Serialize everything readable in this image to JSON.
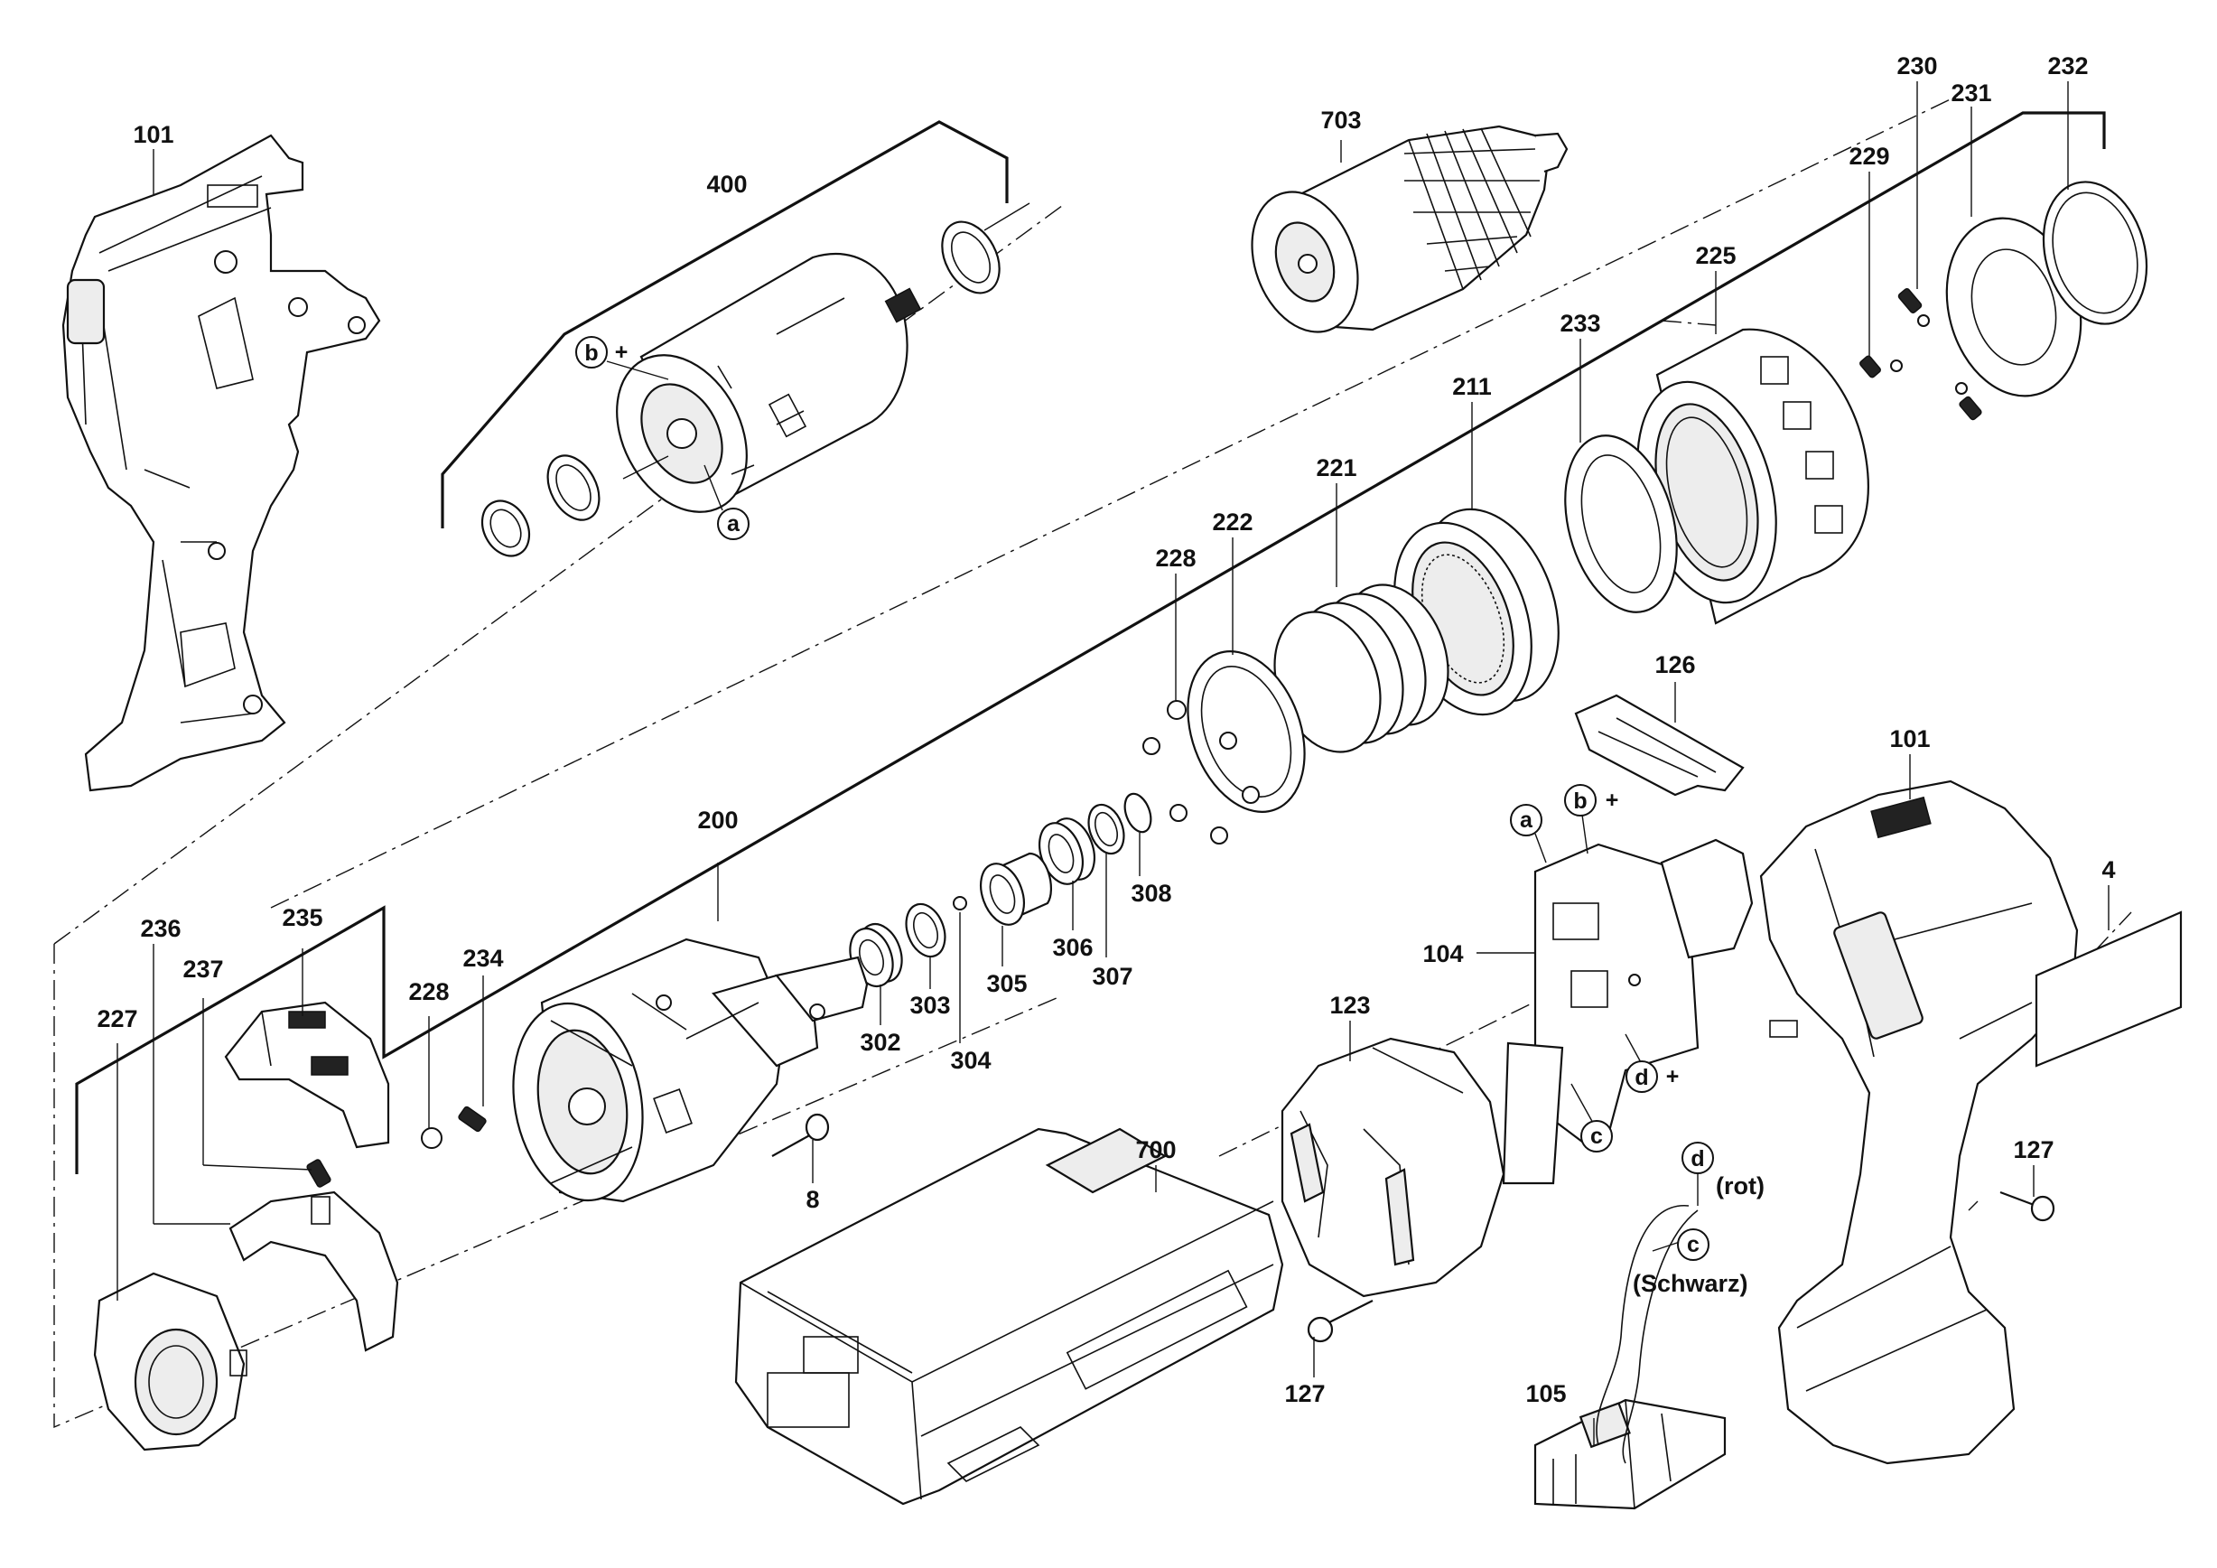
{
  "labels": {
    "p101_left": "101",
    "p400": "400",
    "p703": "703",
    "p230": "230",
    "p231": "231",
    "p232": "232",
    "p229": "229",
    "p225": "225",
    "p233": "233",
    "p211": "211",
    "p221": "221",
    "p222": "222",
    "p228_top": "228",
    "p126": "126",
    "p101_right": "101",
    "p4": "4",
    "p200": "200",
    "p236": "236",
    "p235": "235",
    "p237": "237",
    "p227": "227",
    "p228_left": "228",
    "p234": "234",
    "p302": "302",
    "p303": "303",
    "p304": "304",
    "p305": "305",
    "p306": "306",
    "p307": "307",
    "p308": "308",
    "p8": "8",
    "p700": "700",
    "p123": "123",
    "p104": "104",
    "p127_mid": "127",
    "p127_right": "127",
    "p105": "105"
  },
  "connectors": {
    "a": "a",
    "b": "b",
    "c": "c",
    "d": "d",
    "plus": "+"
  },
  "notes": {
    "rot": "(rot)",
    "schwarz": "(Schwarz)"
  }
}
